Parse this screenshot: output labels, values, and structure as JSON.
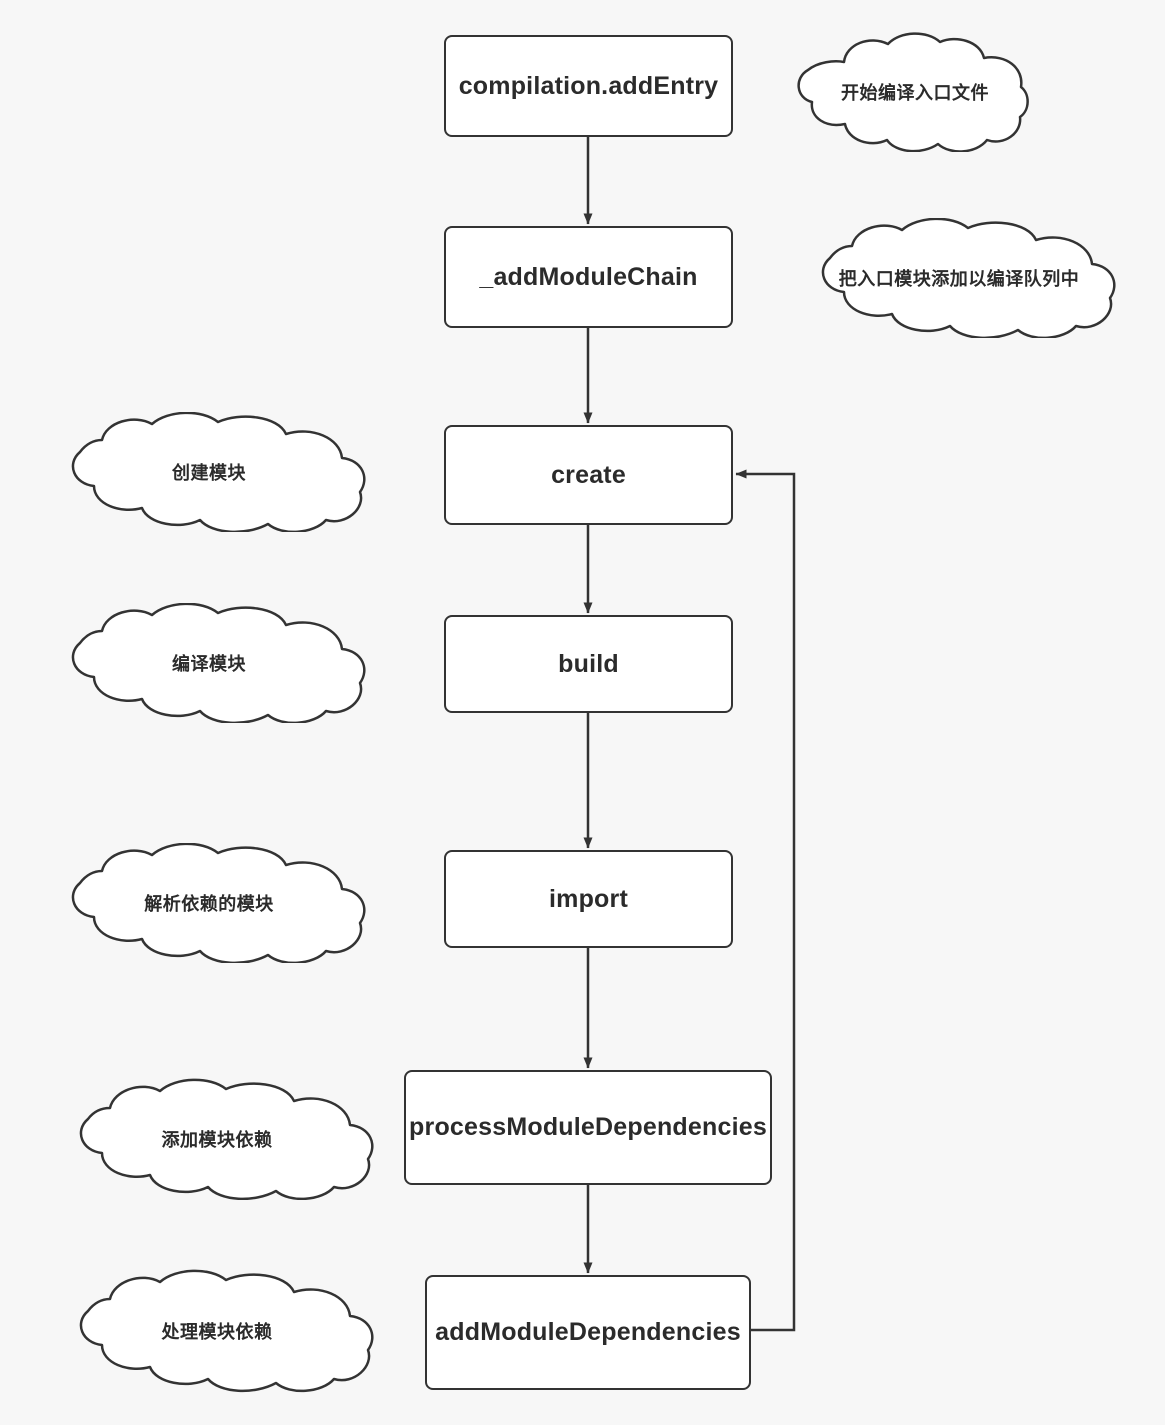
{
  "diagram": {
    "title": "webpack compilation flow",
    "background_color": "#f7f7f7",
    "stroke_color": "#333333",
    "node_fill": "#ffffff",
    "text_color": "#2b2b2b",
    "nodes": [
      {
        "id": "compilation-add-entry",
        "label": "compilation.addEntry"
      },
      {
        "id": "add-module-chain",
        "label": "_addModuleChain"
      },
      {
        "id": "create",
        "label": "create"
      },
      {
        "id": "build",
        "label": "build"
      },
      {
        "id": "import",
        "label": "import"
      },
      {
        "id": "process-module-dependencies",
        "label": "processModuleDependencies"
      },
      {
        "id": "add-module-dependencies",
        "label": "addModuleDependencies"
      }
    ],
    "annotations": [
      {
        "id": "start-compile-entry-file",
        "label": "开始编译入口文件",
        "attached_to": "compilation-add-entry",
        "side": "right"
      },
      {
        "id": "add-entry-module-to-queue",
        "label": "把入口模块添加以编译队列中",
        "attached_to": "add-module-chain",
        "side": "right"
      },
      {
        "id": "create-module",
        "label": "创建模块",
        "attached_to": "create",
        "side": "left"
      },
      {
        "id": "compile-module",
        "label": "编译模块",
        "attached_to": "build",
        "side": "left"
      },
      {
        "id": "resolve-dependent-modules",
        "label": "解析依赖的模块",
        "attached_to": "import",
        "side": "left"
      },
      {
        "id": "add-module-dependency",
        "label": "添加模块依赖",
        "attached_to": "process-module-dependencies",
        "side": "left"
      },
      {
        "id": "handle-module-dependency",
        "label": "处理模块依赖",
        "attached_to": "add-module-dependencies",
        "side": "left"
      }
    ],
    "edges": [
      {
        "from": "compilation-add-entry",
        "to": "add-module-chain",
        "kind": "straight-down"
      },
      {
        "from": "add-module-chain",
        "to": "create",
        "kind": "straight-down"
      },
      {
        "from": "create",
        "to": "build",
        "kind": "straight-down"
      },
      {
        "from": "build",
        "to": "import",
        "kind": "straight-down"
      },
      {
        "from": "import",
        "to": "process-module-dependencies",
        "kind": "straight-down"
      },
      {
        "from": "process-module-dependencies",
        "to": "add-module-dependencies",
        "kind": "straight-down"
      },
      {
        "from": "add-module-dependencies",
        "to": "create",
        "kind": "loop-back-right"
      }
    ]
  }
}
